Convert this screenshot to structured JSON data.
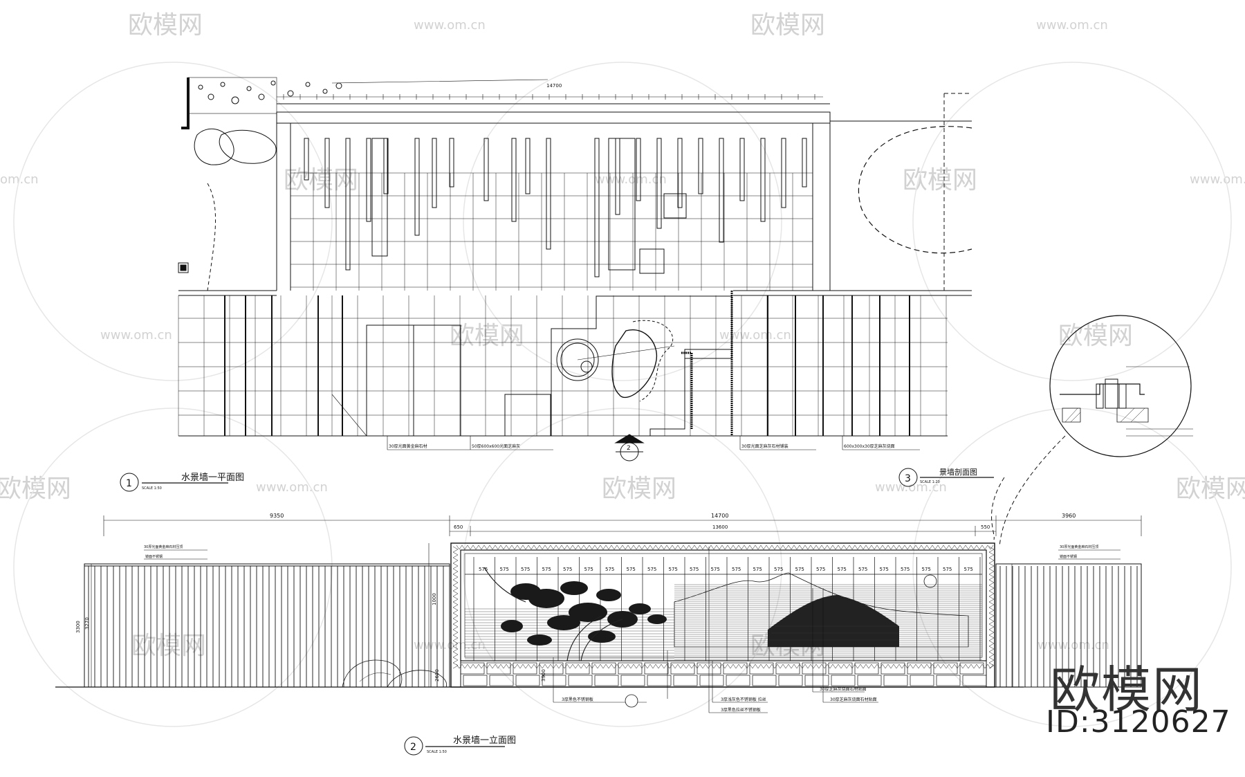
{
  "watermarks": {
    "brand": "欧模网",
    "url": "www.om.cn",
    "url_short": "om.cn"
  },
  "plan": {
    "title": "水景墙一平面图",
    "number": "1",
    "scale": "SCALE 1:50",
    "total_dim": "14700",
    "section_mark": "2",
    "notes": [
      "30厚光面黄金麻石材",
      "50厚600x600光面芝麻灰",
      "30厚光面芝麻灰石材铺装",
      "600x300x30厚芝麻灰烧面"
    ]
  },
  "detail": {
    "title": "景墙剖面图",
    "number": "3",
    "scale": "SCALE 1:20"
  },
  "elevation": {
    "title": "水景墙一立面图",
    "number": "2",
    "scale": "SCALE 1:50",
    "dims_top": [
      "9350",
      "14700",
      "3960"
    ],
    "dims_sub": [
      "650",
      "13600",
      "550"
    ],
    "height_dims": [
      "3300",
      "3270",
      "1000",
      "2600",
      "3900"
    ],
    "panel_label": "575",
    "notes": [
      "30厚光面黄金麻石材压顶",
      "镜面不锈钢",
      "3厚黑色不锈钢板",
      "3厚浅灰色不锈钢板 拉丝",
      "3厚黑色拉丝不锈钢板",
      "30厚芝麻灰烧面石材贴面"
    ]
  },
  "logo": {
    "brand": "欧模网",
    "id": "ID:3120627"
  },
  "colors": {
    "line": "#111111",
    "watermark": "#d6d6d6"
  }
}
